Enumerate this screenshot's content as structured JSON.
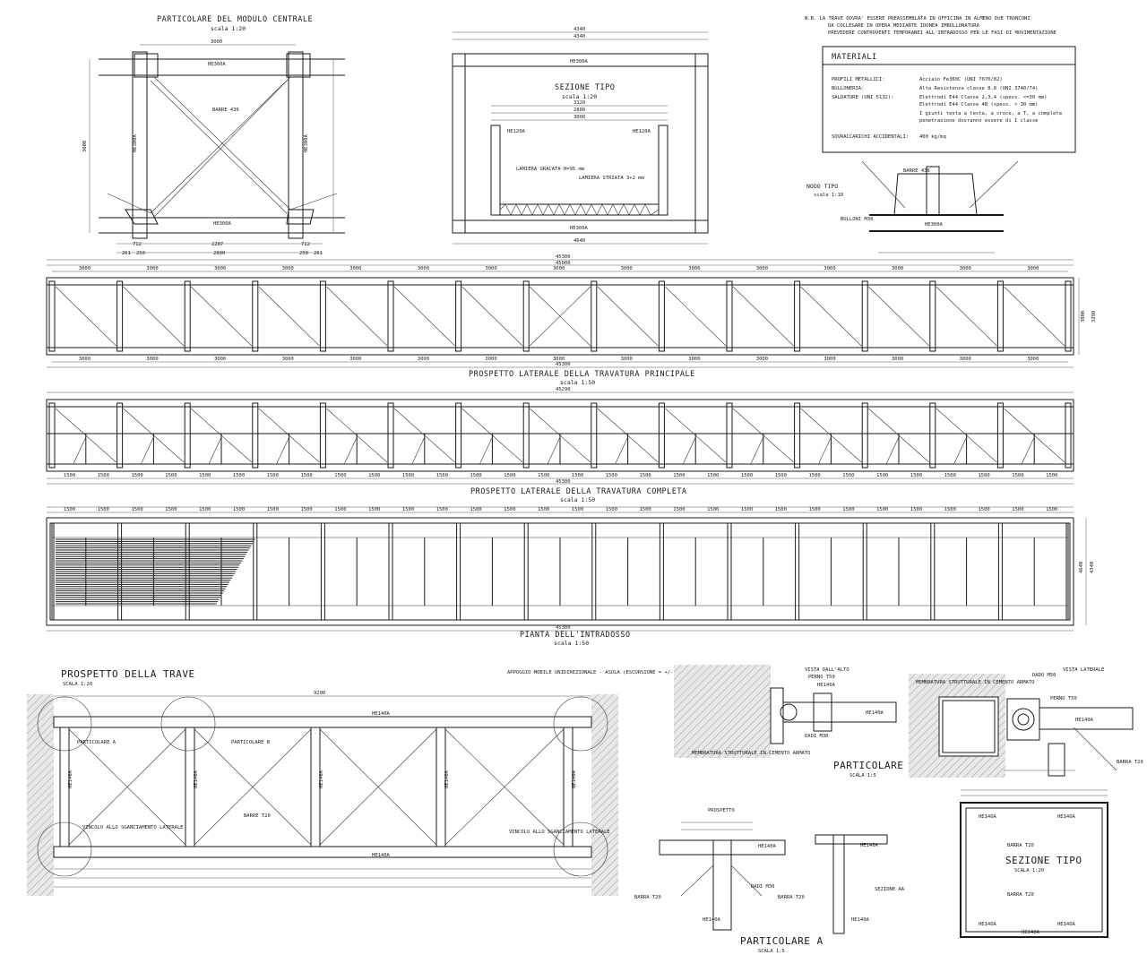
{
  "views": {
    "central_module": {
      "title": "PARTICOLARE DEL MODULO CENTRALE",
      "scale": "scala 1:20",
      "profile": "HE300A",
      "bar": "BARRE 436",
      "width": "3000",
      "height": "3000",
      "dims_bottom": [
        "712",
        "2287",
        "712"
      ],
      "dims_bottom2": [
        "261",
        "250",
        "2800",
        "250",
        "261"
      ]
    },
    "typical_section": {
      "title": "SEZIONE TIPO",
      "scale": "scala 1:20",
      "top_dim": "4340",
      "bot_dim": "4640",
      "inner_dims": [
        "3120",
        "2880",
        "3000"
      ],
      "labels": [
        "HE300A",
        "HE120A",
        "LAMIERA GRACATA H=95 mm",
        "LAMIERA STRIATA 3+2 mm"
      ]
    },
    "notes": {
      "line1": "N.B. LA TRAVE DOVRA' ESSERE PREASSEMBLATA IN OFFICINA IN ALMENO DUE TRONCONI",
      "line2": "DA COLLEGARE IN OPERA MEDIANTE IDONEA IMBULLONATURA",
      "line3": "PREVEDERE CONTROVENTI TEMPORANEI ALL'INTRADOSSO PER LE FASI DI MOVIMENTAZIONE"
    },
    "materials": {
      "title": "MATERIALI",
      "rows": [
        {
          "k": "PROFILI METALLICI:",
          "v": "Acciaio Fe360C (UNI 7070/82)"
        },
        {
          "k": "BULLONERIA:",
          "v": "Alta Resistenza classe 8.8 (UNI 3740/74)"
        },
        {
          "k": "SALDATURE (UNI 5132):",
          "v": "Elettrodi E44 Classe 2,3,4 (spess. <=30 mm)"
        },
        {
          "k": "",
          "v": "Elettrodi E44 Classe 4B (spess. > 30 mm)"
        },
        {
          "k": "",
          "v": "I giunti testa a testa, a croce, a T, a completa"
        },
        {
          "k": "",
          "v": "penetrazione dovranno essere di I classe"
        },
        {
          "k": "SOVRACCARICHI ACCIDENTALI:",
          "v": "400 kg/mq"
        }
      ]
    },
    "node": {
      "title": "NODO TIPO",
      "scale": "scala 1:10",
      "labels": [
        "BARRE 436",
        "BULLONI M30",
        "HE300A"
      ]
    },
    "main_truss": {
      "title": "PROSPETTO LATERALE DELLA TRAVATURA PRINCIPALE",
      "scale": "scala 1:50",
      "total": "45000",
      "total2": "45300",
      "bays": 15,
      "bay_label": "3000",
      "height": "3000",
      "height2": "3290"
    },
    "full_truss": {
      "title": "PROSPETTO LATERALE DELLA TRAVATURA COMPLETA",
      "scale": "scala 1:50",
      "total": "45290",
      "total2": "45300",
      "half_label": "1500"
    },
    "soffit_plan": {
      "title": "PIANTA DELL'INTRADOSSO",
      "scale": "scala 1:50",
      "total": "45300",
      "widths": [
        "4640",
        "4340"
      ]
    },
    "beam_elevation": {
      "title": "PROSPETTO DELLA TRAVE",
      "scale": "SCALA 1:20",
      "profile": "HE140A",
      "bar": "BARRE T20",
      "detail_a": "PARTICOLARE A",
      "detail_b": "PARTICOLARE B",
      "support_note": "APPOGGIO MOBILE UNIDIREZIONALE - ASOLA (ESCURSIONE = +/- 20 mm)",
      "lateral": "VINCOLO ALLO SGANCIAMENTO LATERALE",
      "total": "9200"
    },
    "detail_b": {
      "title": "PARTICOLARE B",
      "scale": "SCALA 1:5",
      "labels": [
        "VISTA DALL'ALTO",
        "PERNO T50",
        "MEMBRATURA STRUTTURALE IN CEMENTO ARMATO",
        "DADI M30",
        "HE140A"
      ]
    },
    "lateral_view": {
      "labels": [
        "VISTA LATERALE",
        "DADO M50",
        "PERNO T50",
        "MEMBRATURA STRUTTURALE IN CEMENTO ARMATO",
        "HE140A",
        "BARRA T20"
      ]
    },
    "detail_a": {
      "title": "PARTICOLARE A",
      "scale": "SCALA 1:5",
      "labels": [
        "PROSPETTO",
        "HE140A",
        "BARRA T20",
        "DADI M30",
        "SEZIONE AA"
      ]
    },
    "section_b": {
      "title": "SEZIONE TIPO",
      "scale": "SCALA 1:20",
      "labels": [
        "HE140A",
        "BARRA T20"
      ]
    }
  },
  "colors": {
    "ink": "#1a1a1a",
    "hatch": "#777777",
    "paper": "#ffffff"
  }
}
